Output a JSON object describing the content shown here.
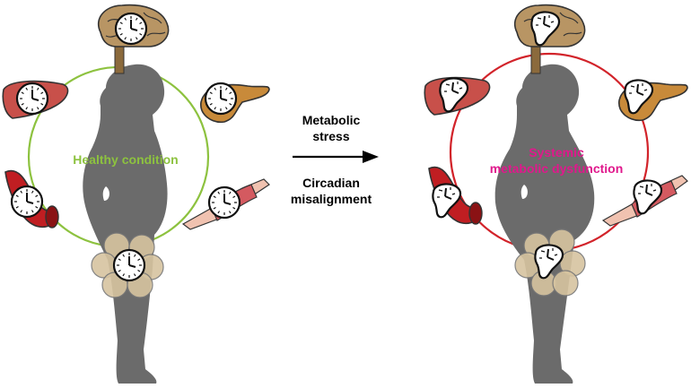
{
  "left_panel": {
    "label": "Healthy condition",
    "ring_color": "#8dc23f"
  },
  "right_panel": {
    "label_line1": "Systemic",
    "label_line2": "metabolic dysfunction",
    "ring_color": "#d2232a",
    "label_color": "#e0188c"
  },
  "center": {
    "line1": "Metabolic",
    "line2": "stress",
    "line3": "Circadian",
    "line4": "misalignment"
  },
  "icons": [
    "brain-icon",
    "liver-icon",
    "pancreas-icon",
    "blood-vessel-icon",
    "muscle-icon",
    "adipose-tissue-icon",
    "clock-icon",
    "melting-clock-icon",
    "human-silhouette-icon"
  ]
}
